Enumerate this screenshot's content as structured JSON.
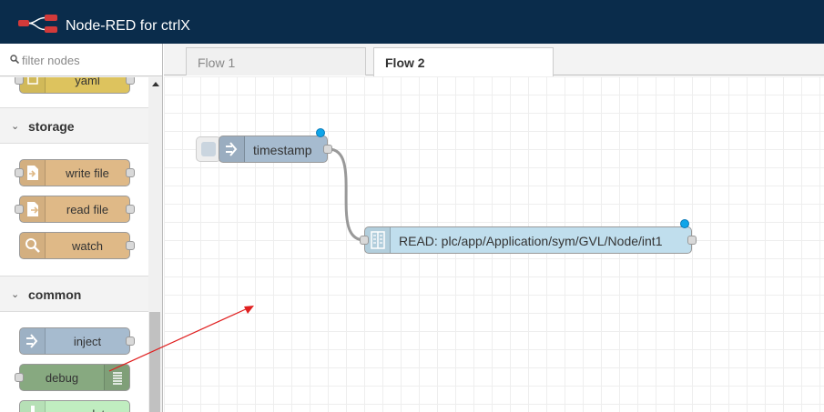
{
  "header": {
    "title": "Node-RED for ctrlX",
    "bg_color": "#0a2c4b"
  },
  "palette": {
    "filter_placeholder": "filter nodes",
    "partial_node_label": "yaml",
    "categories": [
      {
        "name": "storage",
        "nodes": [
          {
            "label": "write file",
            "icon": "file-out-icon"
          },
          {
            "label": "read file",
            "icon": "file-in-icon"
          },
          {
            "label": "watch",
            "icon": "search-icon"
          }
        ]
      },
      {
        "name": "common",
        "nodes": [
          {
            "label": "inject",
            "icon": "arrow-in-icon"
          },
          {
            "label": "debug",
            "icon": "list-icon"
          },
          {
            "label": "complete",
            "icon": "exclamation-icon"
          }
        ]
      }
    ]
  },
  "tabs": [
    {
      "label": "Flow 1",
      "active": false
    },
    {
      "label": "Flow 2",
      "active": true
    }
  ],
  "workspace": {
    "nodes": [
      {
        "id": "timestamp",
        "label": "timestamp",
        "type": "inject",
        "color": "#a6bbcf"
      },
      {
        "id": "read",
        "label": "READ: plc/app/Application/sym/GVL/Node/int1",
        "type": "ctrlx-datalayer",
        "color": "#c0deed"
      }
    ]
  },
  "colors": {
    "storage": "#dfb987",
    "inject": "#a6bbcf",
    "debug": "#87a980",
    "status_dot": "#0ea5e9",
    "annotation_arrow": "#e02020"
  }
}
